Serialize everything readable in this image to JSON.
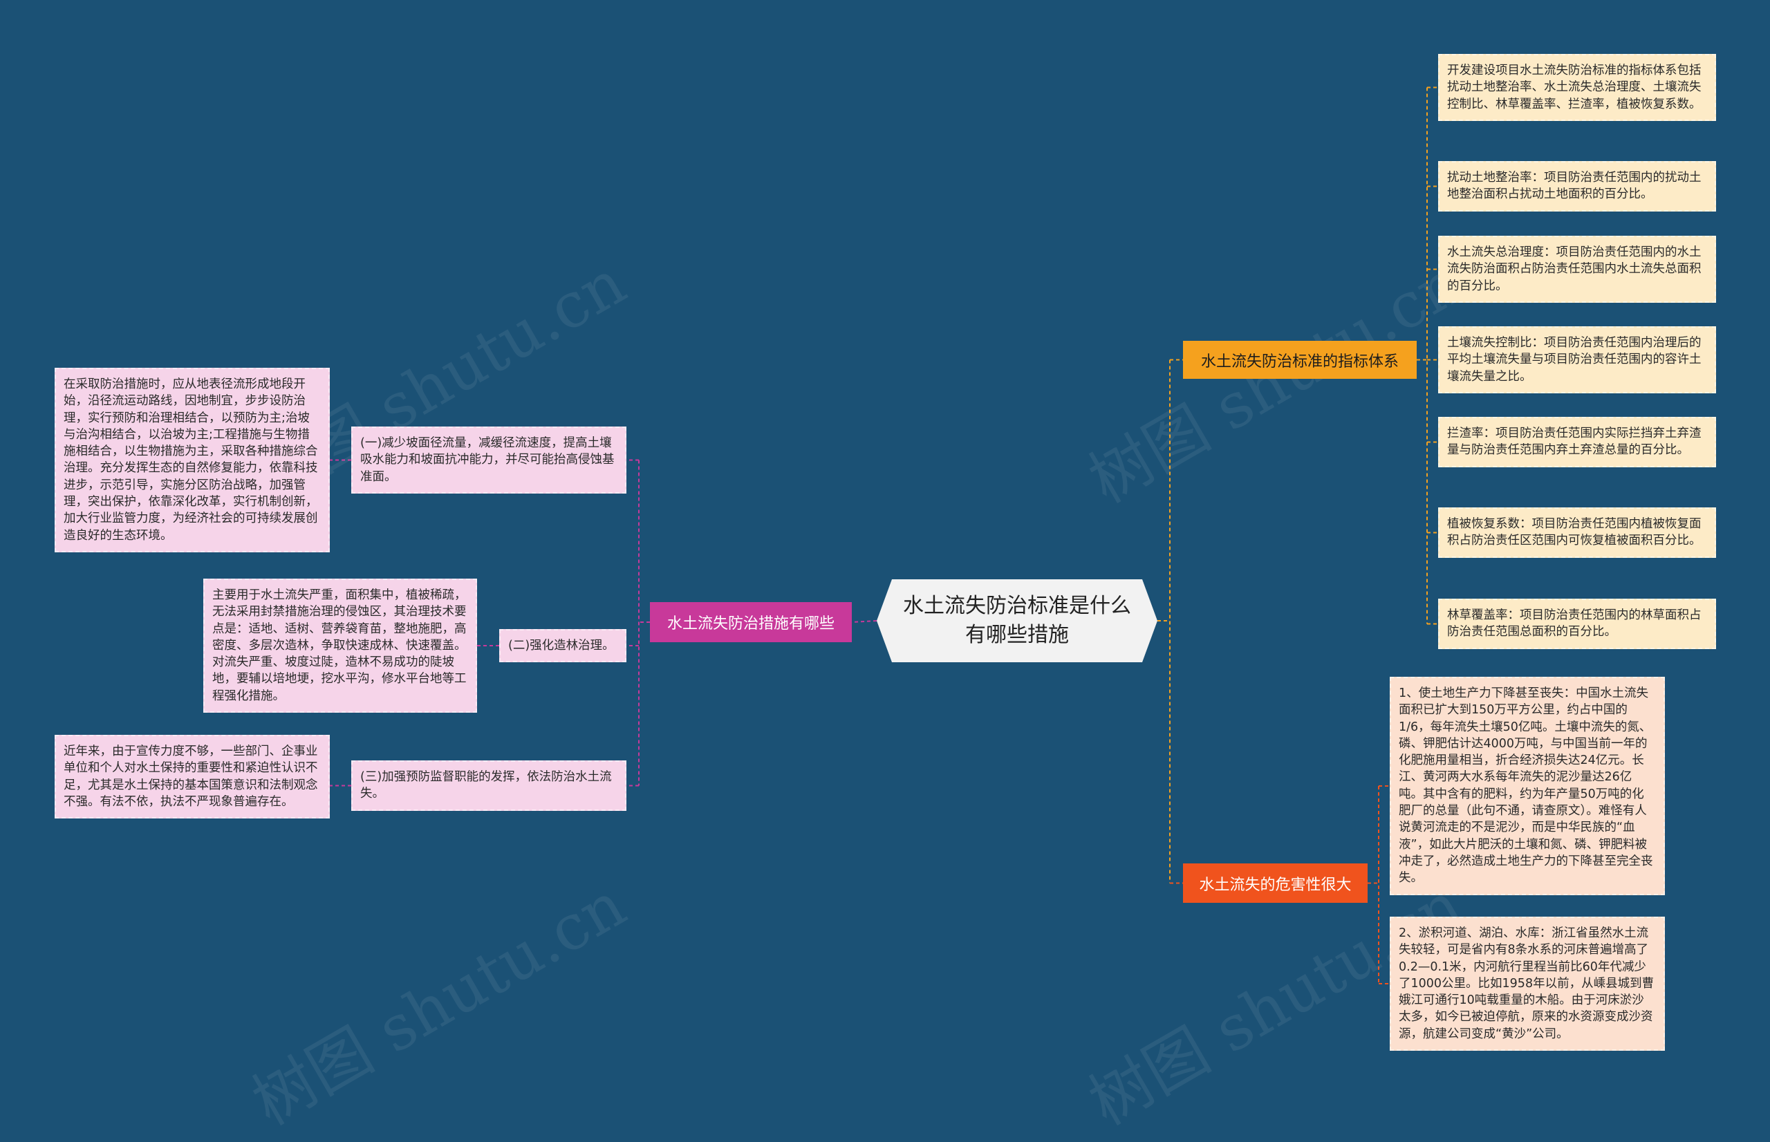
{
  "center": "水土流失防治标准是什么有哪些措施",
  "branches": {
    "left": {
      "title": "水土流失防治措施有哪些",
      "items": [
        {
          "label": "(一)减少坡面径流量，减缓径流速度，提高土壤吸水能力和坡面抗冲能力，并尽可能抬高侵蚀基准面。",
          "detail": "在采取防治措施时，应从地表径流形成地段开始，沿径流运动路线，因地制宜，步步设防治理，实行预防和治理相结合，以预防为主;治坡与治沟相结合，以治坡为主;工程措施与生物措施相结合，以生物措施为主，采取各种措施综合治理。充分发挥生态的自然修复能力，依靠科技进步，示范引导，实施分区防治战略，加强管理，突出保护，依靠深化改革，实行机制创新，加大行业监管力度，为经济社会的可持续发展创造良好的生态环境。"
        },
        {
          "label": "(二)强化造林治理。",
          "detail": "主要用于水土流失严重，面积集中，植被稀疏，无法采用封禁措施治理的侵蚀区，其治理技术要点是：适地、适树、营养袋育苗，整地施肥，高密度、多层次造林，争取快速成林、快速覆盖。对流失严重、坡度过陡，造林不易成功的陡坡地，要辅以培地埂，挖水平沟，修水平台地等工程强化措施。"
        },
        {
          "label": "(三)加强预防监督职能的发挥，依法防治水土流失。",
          "detail": "近年来，由于宣传力度不够，一些部门、企事业单位和个人对水土保持的重要性和紧迫性认识不足，尤其是水土保持的基本国策意识和法制观念不强。有法不依，执法不严现象普遍存在。"
        }
      ]
    },
    "right_top": {
      "title": "水土流失防治标准的指标体系",
      "items": [
        "开发建设项目水土流失防治标准的指标体系包括扰动土地整治率、水土流失总治理度、土壤流失控制比、林草覆盖率、拦渣率，植被恢复系数。",
        "扰动土地整治率：项目防治责任范围内的扰动土地整治面积占扰动土地面积的百分比。",
        "水土流失总治理度：项目防治责任范围内的水土流失防治面积占防治责任范围内水土流失总面积的百分比。",
        "土壤流失控制比：项目防治责任范围内治理后的平均土壤流失量与项目防治责任范围内的容许土壤流失量之比。",
        "拦渣率：项目防治责任范围内实际拦挡弃土弃渣量与防治责任范围内弃土弃渣总量的百分比。",
        "植被恢复系数：项目防治责任范围内植被恢复面积占防治责任区范围内可恢复植被面积百分比。",
        "林草覆盖率：项目防治责任范围内的林草面积占防治责任范围总面积的百分比。"
      ]
    },
    "right_bottom": {
      "title": "水土流失的危害性很大",
      "items": [
        "1、使土地生产力下降甚至丧失：中国水土流失面积已扩大到150万平方公里，约占中国的1/6，每年流失土壤50亿吨。土壤中流失的氮、磷、钾肥估计达4000万吨，与中国当前一年的化肥施用量相当，折合经济损失达24亿元。长江、黄河两大水系每年流失的泥沙量达26亿吨。其中含有的肥料，约为年产量50万吨的化肥厂的总量（此句不通，请查原文）。难怪有人说黄河流走的不是泥沙，而是中华民族的“血液”，如此大片肥沃的土壤和氮、磷、钾肥料被冲走了，必然造成土地生产力的下降甚至完全丧失。",
        "2、淤积河道、湖泊、水库：浙江省虽然水土流失较轻，可是省内有8条水系的河床普遍增高了0.2—0.1米，内河航行里程当前比60年代减少了1000公里。比如1958年以前，从嵊县城到曹娥江可通行10吨载重量的木船。由于河床淤沙太多，如今已被迫停航，原来的水资源变成沙资源，航建公司变成“黄沙”公司。"
      ]
    }
  },
  "watermark": "树图 shutu.cn",
  "colors": {
    "background": "#1b5175",
    "left_branch": "#c8399a",
    "right_top_branch": "#f5a11e",
    "right_bottom_branch": "#f0531d",
    "left_leaf": "#f6d4e9",
    "right_top_leaf": "#fdebc7",
    "right_bottom_leaf": "#fce0cf"
  }
}
